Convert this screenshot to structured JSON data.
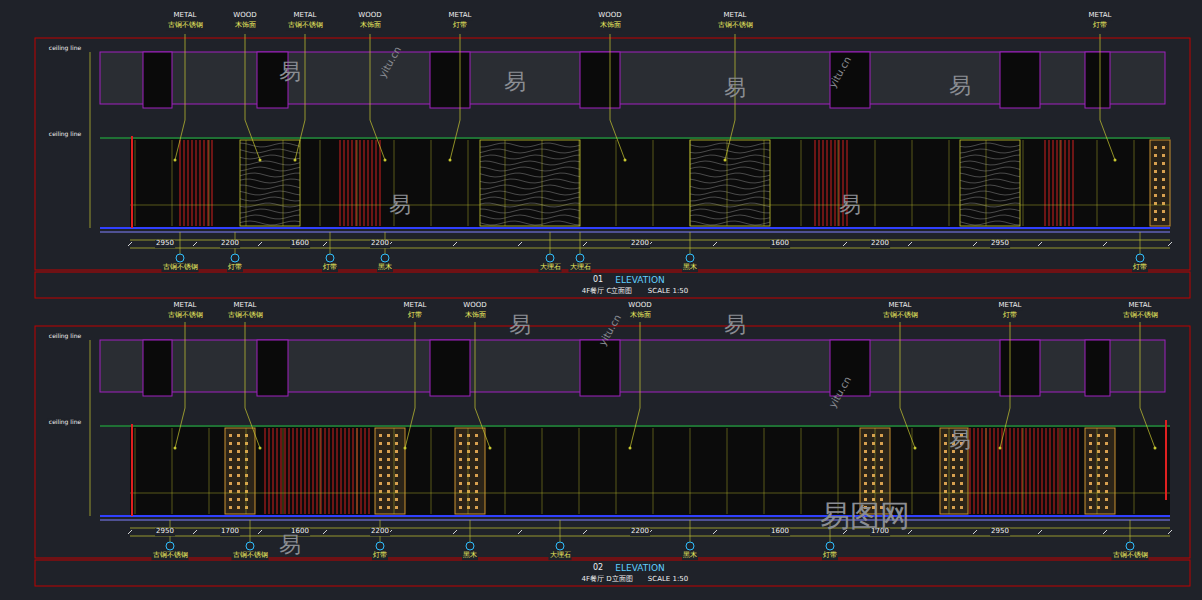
{
  "diagram": {
    "labels": [
      "METAL",
      "古铜不锈钢",
      "WOOD",
      "木饰面",
      "METAL",
      "古铜不锈钢",
      "WOOD",
      "木饰面",
      "METAL",
      "灯带",
      "WOOD",
      "木饰面",
      "METAL",
      "古铜不锈钢",
      "METAL",
      "灯带",
      "METAL",
      "古铜不锈钢",
      "METAL",
      "古铜不锈钢",
      "METAL",
      "灯带",
      "WOOD",
      "木饰面",
      "WOOD",
      "木饰面",
      "METAL",
      "古铜不锈钢",
      "METAL",
      "灯带",
      "METAL",
      "古铜不锈钢",
      "古铜不锈钢",
      "灯带",
      "灯带",
      "黑木",
      "大理石",
      "大理石",
      "黑木",
      "灯带",
      "古铜不锈钢",
      "古铜不锈钢",
      "灯带",
      "黑木",
      "大理石",
      "黑木",
      "灯带",
      "古铜不锈钢",
      "2950",
      "2200",
      "1600",
      "2200",
      "2200",
      "1600",
      "2200",
      "2950",
      "2950",
      "1700",
      "1600",
      "2200",
      "2200",
      "1600",
      "1700",
      "2950",
      "ceiling line",
      "ceiling line",
      "ceiling line",
      "ceiling line",
      "01",
      "ELEVATION",
      "4F餐厅 C立面图",
      "SCALE 1:50",
      "02",
      "ELEVATION",
      "4F餐厅 D立面图",
      "SCALE 1:50",
      "易",
      "易",
      "易",
      "易",
      "易",
      "易",
      "易",
      "易",
      "易",
      "易",
      "yitu.cn",
      "yitu.cn",
      "yitu.cn",
      "yitu.cn",
      "易图网"
    ]
  }
}
